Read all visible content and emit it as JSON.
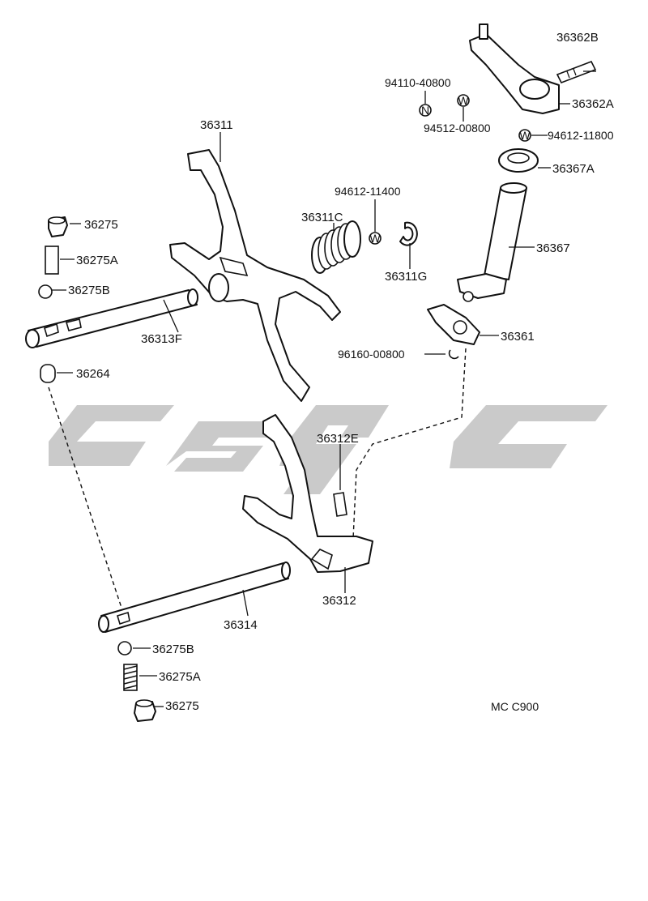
{
  "diagram": {
    "code": "MC C900",
    "parts": {
      "p36362B": "36362B",
      "p94110": "94110-40800",
      "p36362A": "36362A",
      "p94512": "94512-00800",
      "p94612_118": "94612-11800",
      "p36311": "36311",
      "p36367A": "36367A",
      "p94612_114": "94612-11400",
      "p36275_top": "36275",
      "p36311C": "36311C",
      "p36367": "36367",
      "p36275A_top": "36275A",
      "p36311G": "36311G",
      "p36275B_top": "36275B",
      "p36313F": "36313F",
      "p36361": "36361",
      "p96160": "96160-00800",
      "p36264": "36264",
      "p36312E": "36312E",
      "p36312": "36312",
      "p36314": "36314",
      "p36275B_bot": "36275B",
      "p36275A_bot": "36275A",
      "p36275_bot": "36275"
    },
    "symbols": {
      "nut_letter": "N",
      "washer_letter": "W"
    },
    "colors": {
      "ink": "#111111",
      "watermark": "#bdbdbd"
    }
  }
}
